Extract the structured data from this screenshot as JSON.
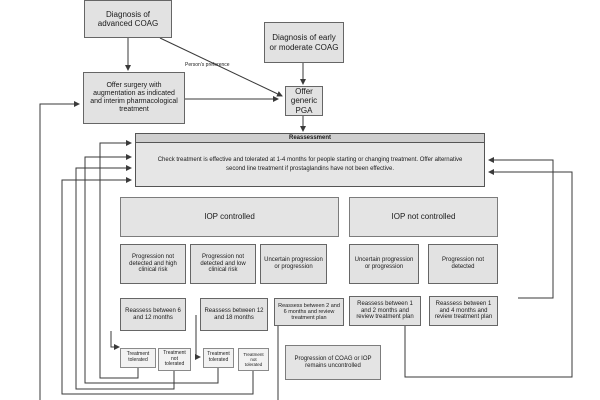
{
  "nodes": {
    "advanced": "Diagnosis of advanced COAG",
    "early": "Diagnosis of early or moderate COAG",
    "surgery": "Offer surgery with augmentation as indicated and interim pharmacological treatment",
    "pga": "Offer generic PGA",
    "reassessment_title": "Reassessment",
    "reassessment_text": "Check treatment is effective and tolerated at 1-4 months for people starting or changing treatment. Offer alternative second line treatment if prostaglandins have not been effective.",
    "iop_controlled": "IOP controlled",
    "iop_not_controlled": "IOP not controlled",
    "prog_high": "Progression not detected and high clinical risk",
    "prog_low": "Progression not detected and low clinical risk",
    "uncertain_1": "Uncertain progression or progression",
    "uncertain_2": "Uncertain progression or progression",
    "prog_not_detected": "Progression not detected",
    "reassess_6_12": "Reassess between 6 and 12 months",
    "reassess_12_18": "Reassess between 12 and 18 months",
    "reassess_2_6": "Reassess between 2 and 6 months and review treatment plan",
    "reassess_1_2": "Reassess between 1 and 2 months and review treatment plan",
    "reassess_1_4": "Reassess between 1 and 4 months and review treatment plan",
    "tol_1": "Treatment tolerated",
    "not_tol_1": "Treatment not tolerated",
    "tol_2": "Treatment tolerated",
    "not_tol_2": "Treatment not tolerated",
    "uncontrolled": "Progression of COAG or IOP remains uncontrolled"
  },
  "edge_labels": {
    "preference": "Person's preference"
  },
  "colors": {
    "box_fill": "#e2e2e2",
    "box_border": "#666666",
    "line": "#3a3a3a",
    "header_fill": "#cfcfcf"
  }
}
